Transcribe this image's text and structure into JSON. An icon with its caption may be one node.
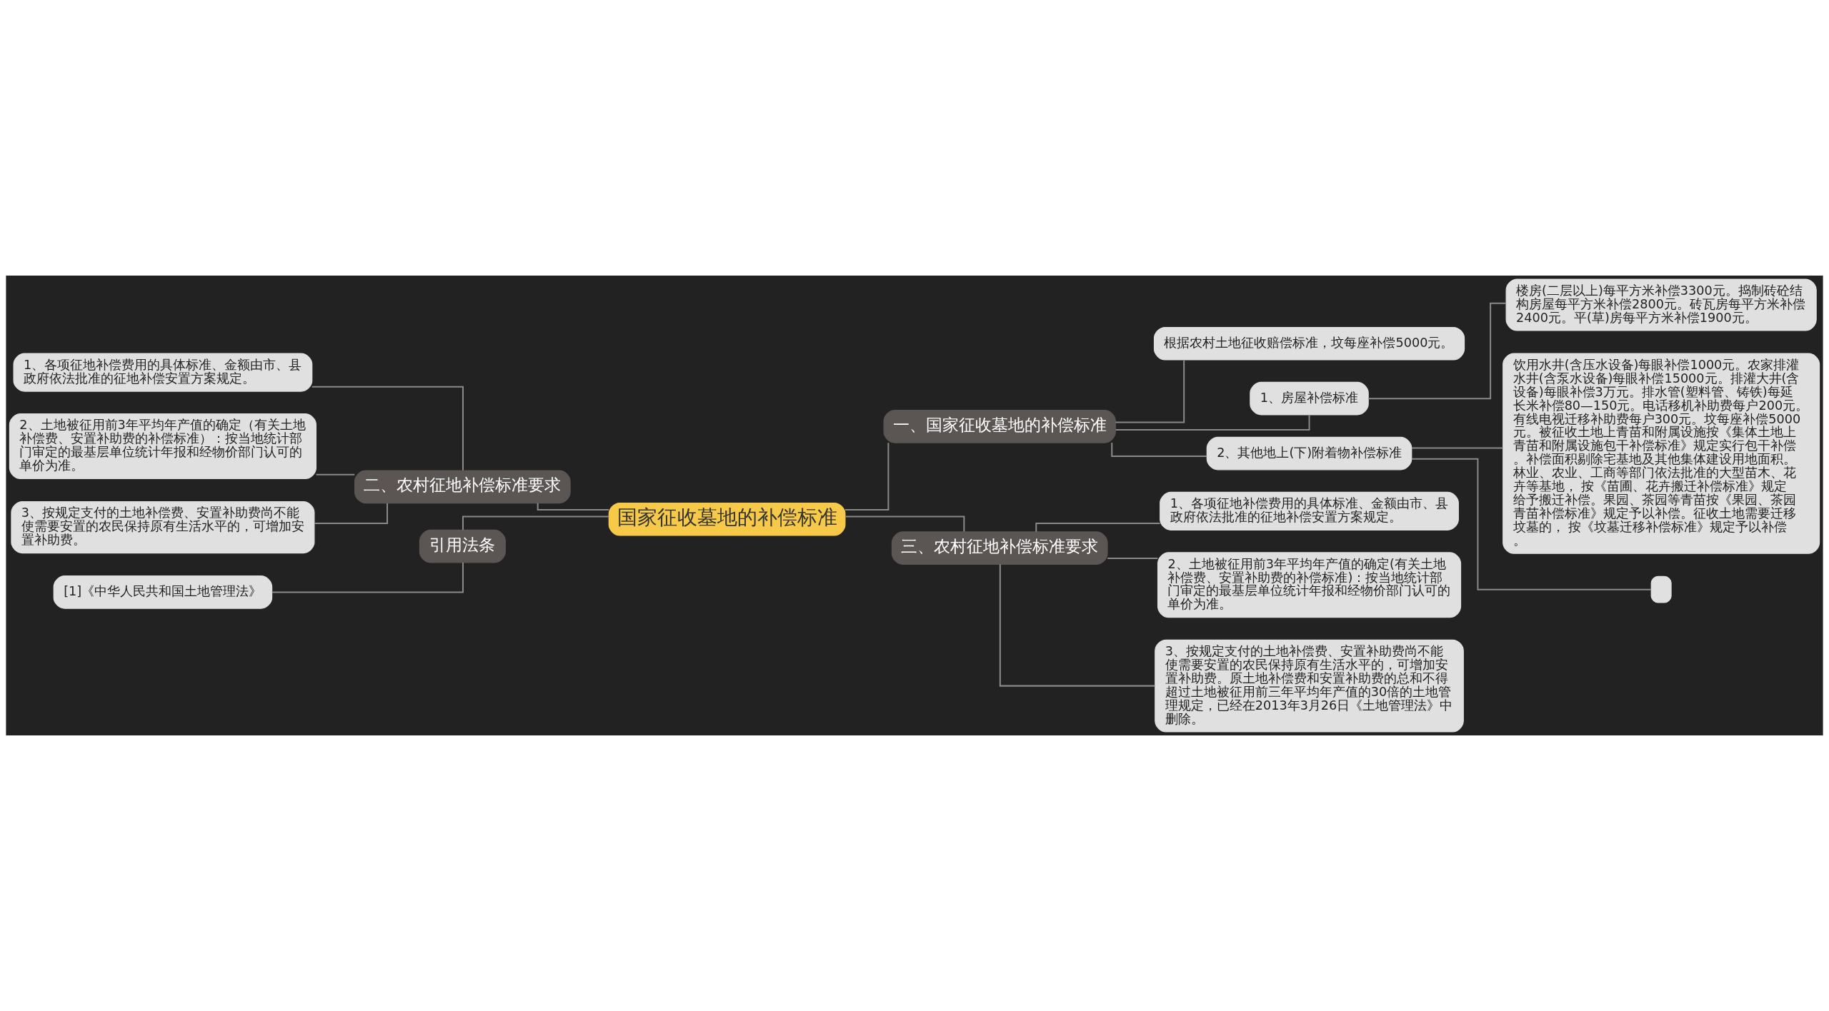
{
  "diagram": {
    "nodes": [
      {
        "text": [
          "国家征收墓地的补偿标准"
        ]
      },
      {
        "text": [
          "一、国家征收墓地的补偿标准"
        ]
      },
      {
        "text": [
          "根据农村土地征收赔偿标准，坟每座补偿5000元。"
        ]
      },
      {
        "text": [
          "1、房屋补偿标准"
        ]
      },
      {
        "text": [
          "楼房(二层以上)每平方米补偿3300元。捣制砖砼结构房屋每平方米补偿2800元。砖瓦房每平方米补偿2400元。平(草)房每平方米补偿1900元。"
        ]
      },
      {
        "text": [
          "2、其他地上(下)附着物补偿标准"
        ]
      },
      {
        "text": [
          "饮用水井(含压水设备)每眼补偿1000元。农家排灌水井(含泵水设备)每眼补偿15000元。排灌大井(含设备)每眼补偿3万元。排水管(塑料管、铸铁)每延长米补偿80—150元。电话移机补助费每户200元。有线电视迁移补助费每户300元。坟每座补偿5000元。被征收土地上青苗和附属设施按《集体土地上青苗和附属设施包干补偿标准》规定实行包干补偿。补偿面积剔除宅基地及其他集体建设用地面积。林业、农业、工商等部门依法批准的大型苗木、花卉等基地， 按《苗圃、花卉搬迁补偿标准》规定给予搬迁补偿。果园、茶园等青苗按《果园、茶园青苗补偿标准》规定予以补偿。征收土地需要迁移坟墓的， 按《坟墓迁移补偿标准》规定予以补偿。"
        ]
      },
      {
        "text": [],
        "shape": "box"
      },
      {
        "text": [
          "三、农村征地补偿标准要求"
        ]
      },
      {
        "text": [
          "1、各项征地补偿费用的具体标准、金额由市、县政府依法批准的征地补偿安置方案规定。"
        ]
      },
      {
        "text": [
          "2、土地被征用前3年平均年产值的确定(有关土地补偿费、安置补助费的补偿标准)：按当地统计部门审定的最基层单位统计年报和经物价部门认可的单价为准。"
        ]
      },
      {
        "text": [
          "3、按规定支付的土地补偿费、安置补助费尚不能使需要安置的农民保持原有生活水平的，可增加安置补助费。原土地补偿费和安置补助费的总和不得超过土地被征用前三年平均年产值的30倍的土地管理规定，已经在2013年3月26日《土地管理法》中删除。"
        ]
      },
      {
        "text": [
          "二、农村征地补偿标准要求"
        ]
      },
      {
        "text": [
          "1、各项征地补偿费用的具体标准、金额由市、县政府依法批准的征地补偿安置方案规定。"
        ]
      },
      {
        "text": [
          "2、土地被征用前3年平均年产值的确定（有关土地补偿费、安置补助费的补偿标准）：按当地统计部门审定的最基层单位统计年报和经物价部门认可的单价为准。"
        ]
      },
      {
        "text": [
          "3、按规定支付的土地补偿费、安置补助费尚不能使需要安置的农民保持原有生活水平的，可增加安置补助费。"
        ]
      },
      {
        "text": [
          "引用法条"
        ]
      },
      {
        "text": [
          "[1]《中华人民共和国土地管理法》"
        ]
      }
    ],
    "edges": [
      {
        "from": 0,
        "to": 1,
        "arrow": "none"
      },
      {
        "from": 1,
        "to": 2,
        "arrow": "none"
      },
      {
        "from": 1,
        "to": 3,
        "arrow": "none"
      },
      {
        "from": 3,
        "to": 4,
        "arrow": "none"
      },
      {
        "from": 1,
        "to": 5,
        "arrow": "none"
      },
      {
        "from": 5,
        "to": 6,
        "arrow": "none"
      },
      {
        "from": 5,
        "to": 7,
        "arrow": "none"
      },
      {
        "from": 0,
        "to": 8,
        "arrow": "none"
      },
      {
        "from": 8,
        "to": 9,
        "arrow": "none"
      },
      {
        "from": 8,
        "to": 10,
        "arrow": "none"
      },
      {
        "from": 8,
        "to": 11,
        "arrow": "none"
      },
      {
        "from": 0,
        "to": 12,
        "arrow": "none"
      },
      {
        "from": 12,
        "to": 13,
        "arrow": "none"
      },
      {
        "from": 12,
        "to": 14,
        "arrow": "none"
      },
      {
        "from": 12,
        "to": 15,
        "arrow": "none"
      },
      {
        "from": 0,
        "to": 16,
        "arrow": "none"
      },
      {
        "from": 16,
        "to": 17,
        "arrow": "none"
      }
    ]
  }
}
